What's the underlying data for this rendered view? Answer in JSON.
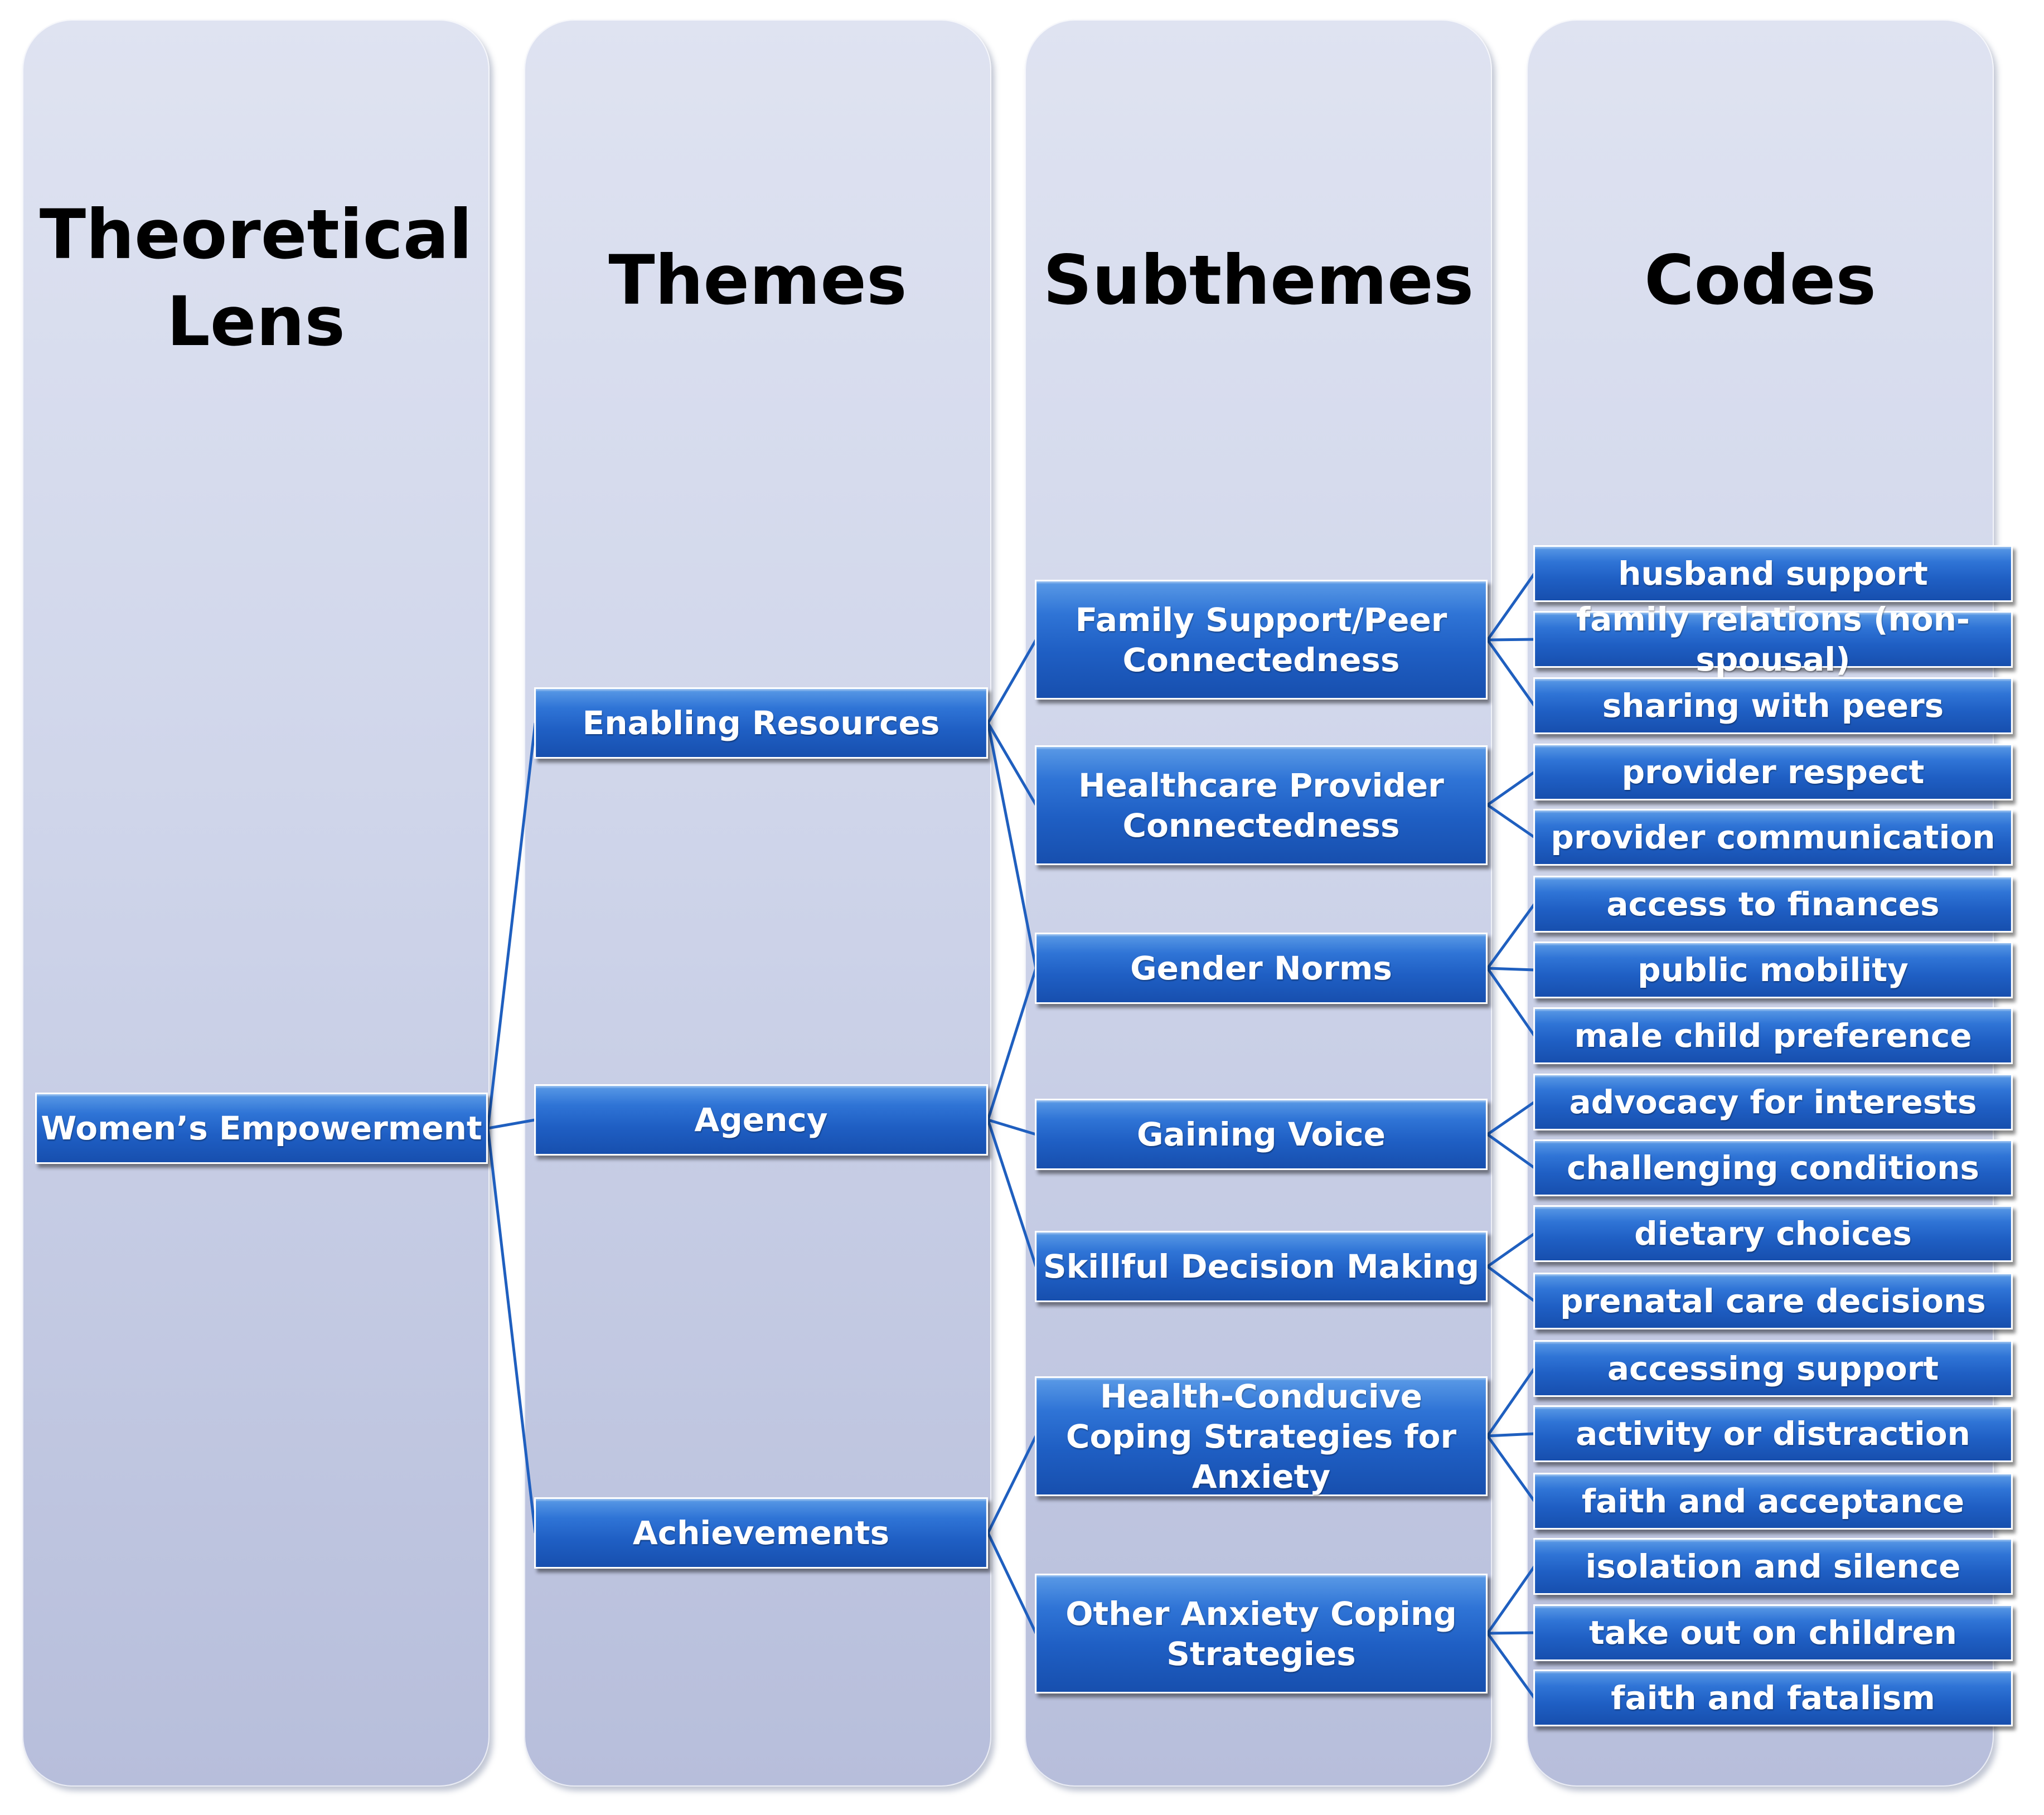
{
  "columns": {
    "lens": "Theoretical Lens",
    "themes": "Themes",
    "subthemes": "Subthemes",
    "codes": "Codes"
  },
  "lens": "Women’s Empowerment",
  "themes": [
    "Enabling Resources",
    "Agency",
    "Achievements"
  ],
  "subthemes": [
    "Family Support/Peer Connectedness",
    "Healthcare Provider Connectedness",
    "Gender Norms",
    "Gaining Voice",
    "Skillful Decision Making",
    "Health-Conducive Coping Strategies for Anxiety",
    "Other Anxiety Coping Strategies"
  ],
  "codes": [
    "husband support",
    "family relations (non-spousal)",
    "sharing with peers",
    "provider respect",
    "provider communication",
    "access to finances",
    "public mobility",
    "male child preference",
    "advocacy for interests",
    "challenging conditions",
    "dietary choices",
    "prenatal care decisions",
    "accessing support",
    "activity or distraction",
    "faith and acceptance",
    "isolation and silence",
    "take out on children",
    "faith and fatalism"
  ],
  "colors": {
    "node_fill": "#1f5fc4",
    "node_text": "#ffffff",
    "column_fill": "#cfd5ea",
    "connector": "#1f5fbf"
  }
}
